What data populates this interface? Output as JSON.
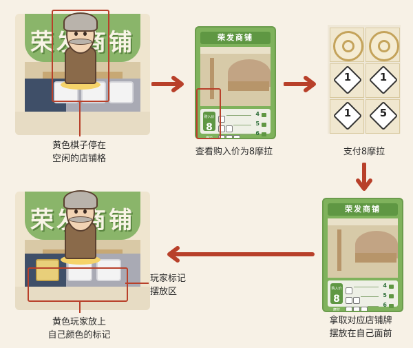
{
  "board_title": "荣发商铺",
  "card_title": "荣发商铺",
  "card_price": {
    "label": "购入价",
    "value": "8",
    "unit": "摩拉"
  },
  "card_rows": [
    {
      "value": "4"
    },
    {
      "value": "5"
    },
    {
      "value": "6"
    }
  ],
  "payment_coins": [
    "1",
    "1",
    "1",
    "5"
  ],
  "captions": {
    "step1": [
      "黄色棋子停在",
      "空闲的店铺格"
    ],
    "step2": "查看购入价为8摩拉",
    "step3": "支付8摩拉",
    "step4": [
      "拿取对应店铺牌",
      "摆放在自己面前"
    ],
    "step5": [
      "黄色玩家放上",
      "自己颜色的标记"
    ],
    "marker_area": [
      "玩家标记",
      "摆放区"
    ]
  },
  "colors": {
    "accent": "#b8402a",
    "card_green": "#7fb25c",
    "player_yellow": "#e8cf7a"
  }
}
